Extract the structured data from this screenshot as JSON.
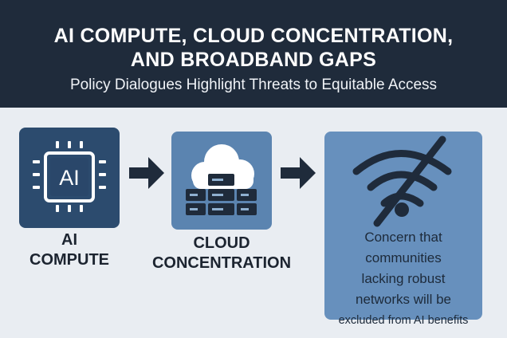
{
  "header": {
    "title_line1": "AI COMPUTE, CLOUD CONCENTRATION,",
    "title_line2": "AND BROADBAND GAPS",
    "subtitle": "Policy Dialogues Highlight Threats to Equitable Access"
  },
  "steps": [
    {
      "icon": "ai-chip-icon",
      "chip_text": "AI",
      "label_line1": "AI",
      "label_line2": "COMPUTE"
    },
    {
      "icon": "cloud-server-icon",
      "label_line1": "CLOUD",
      "label_line2": "CONCENTRATION"
    },
    {
      "icon": "wifi-off-icon",
      "text_lines": [
        "Concern that",
        "communities",
        "lacking robust",
        "networks will be",
        "excluded from AI benefits"
      ]
    }
  ],
  "colors": {
    "header": "#1f2b3b",
    "box1": "#2c4b6e",
    "box2": "#5b84b0",
    "box3": "#6790bd",
    "dark": "#1c2430"
  }
}
